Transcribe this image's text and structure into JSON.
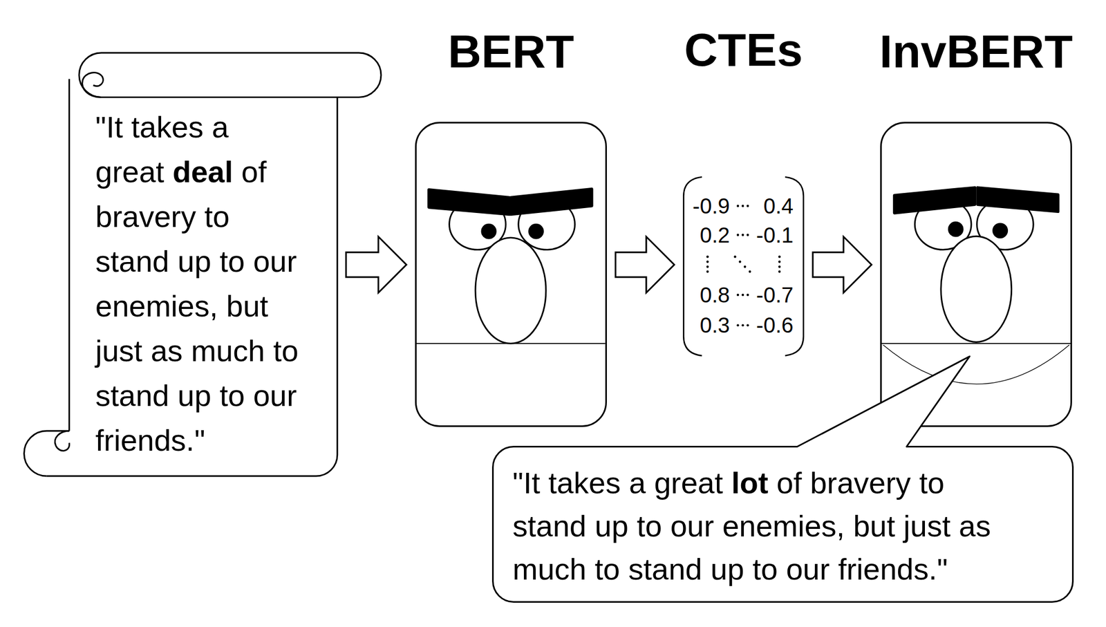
{
  "diagram": {
    "nodes": [
      {
        "text": [
          "\"It takes a great deal of bravery to stand up to our enemies, but just as much to stand up to our friends.\""
        ]
      },
      {
        "text": [
          "BERT"
        ]
      },
      {
        "text": [
          "CTEs",
          "-0.9",
          "0.4",
          "0.2",
          "-0.1",
          "0.8",
          "-0.7",
          "0.3",
          "-0.6"
        ]
      },
      {
        "text": [
          "InvBERT"
        ]
      },
      {
        "text": [
          "\"It takes a great lot of bravery to stand up to our enemies, but just as much to stand up to our friends.\""
        ]
      }
    ],
    "edges": [
      {
        "from": 0,
        "to": 1,
        "arrow": "to"
      },
      {
        "from": 1,
        "to": 2,
        "arrow": "to"
      },
      {
        "from": 2,
        "to": 3,
        "arrow": "to"
      }
    ]
  }
}
